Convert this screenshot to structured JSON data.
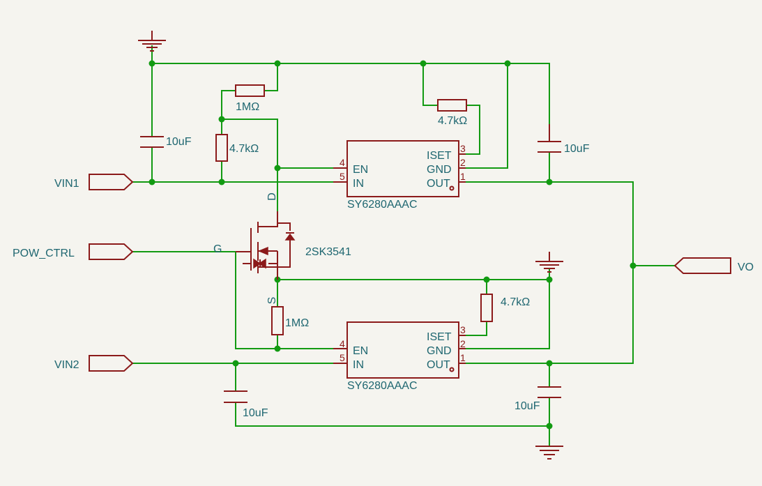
{
  "ports": {
    "vin1": "VIN1",
    "vin2": "VIN2",
    "pow_ctrl": "POW_CTRL",
    "vo": "VO"
  },
  "ic1": {
    "part": "SY6280AAAC",
    "pins": {
      "iset": "ISET",
      "gnd": "GND",
      "out": "OUT",
      "en": "EN",
      "in": "IN",
      "n3": "3",
      "n2": "2",
      "n1": "1",
      "n4": "4",
      "n5": "5"
    }
  },
  "ic2": {
    "part": "SY6280AAAC",
    "pins": {
      "iset": "ISET",
      "gnd": "GND",
      "out": "OUT",
      "en": "EN",
      "in": "IN",
      "n3": "3",
      "n2": "2",
      "n1": "1",
      "n4": "4",
      "n5": "5"
    }
  },
  "mosfet": {
    "part": "2SK3541",
    "d": "D",
    "g": "G",
    "s": "S"
  },
  "components": {
    "c_vin1": "10uF",
    "c_out1": "10uF",
    "c_vin2": "10uF",
    "c_out2": "10uF",
    "r_top": "1MΩ",
    "r_pull": "4.7kΩ",
    "r_iset1": "4.7kΩ",
    "r_iset2": "4.7kΩ",
    "r_gs": "1MΩ"
  },
  "colors": {
    "wire": "#129a12",
    "symbol": "#8b1a1a",
    "label": "#1e6670",
    "background": "#f5f4ef"
  }
}
